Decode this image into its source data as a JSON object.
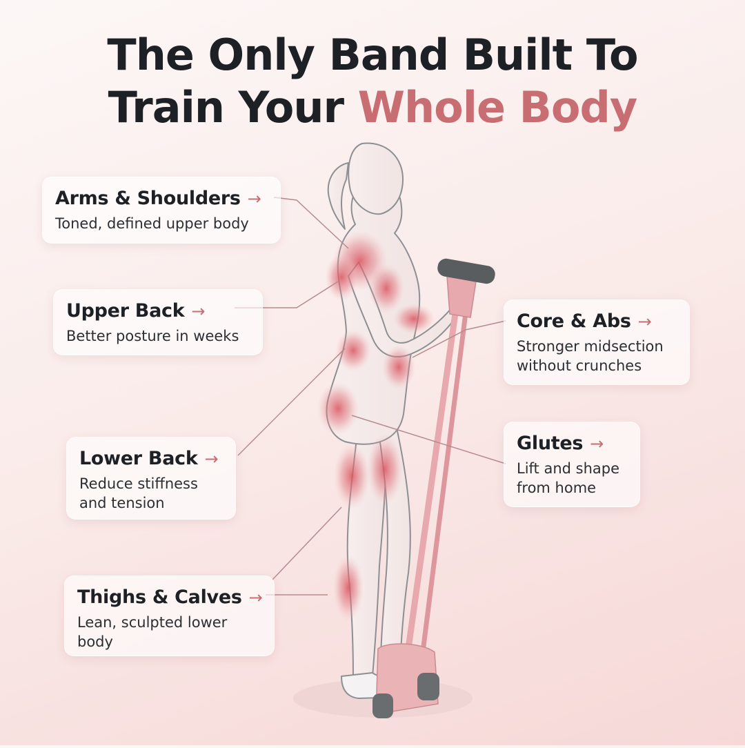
{
  "title": {
    "line1": "The Only Band Built To",
    "line2_plain": "Train Your",
    "line2_accent": "Whole Body"
  },
  "colors": {
    "accent": "#c86d72",
    "text": "#1d2126",
    "band": "#e7a9ae"
  },
  "callouts": {
    "arms": {
      "title": "Arms & Shoulders",
      "desc": "Toned, defined upper body"
    },
    "upper_back": {
      "title": "Upper Back",
      "desc": "Better posture in weeks"
    },
    "lower_back": {
      "title": "Lower Back",
      "desc_line1": "Reduce stiffness",
      "desc_line2": "and tension"
    },
    "thighs": {
      "title": "Thighs & Calves",
      "desc_line1": "Lean, sculpted lower",
      "desc_line2": "body"
    },
    "core": {
      "title": "Core & Abs",
      "desc_line1": "Stronger midsection",
      "desc_line2": "without crunches"
    },
    "glutes": {
      "title": "Glutes",
      "desc_line1": "Lift and shape",
      "desc_line2": "from home"
    }
  },
  "icons": {
    "arrow": "arrow-right-icon"
  }
}
